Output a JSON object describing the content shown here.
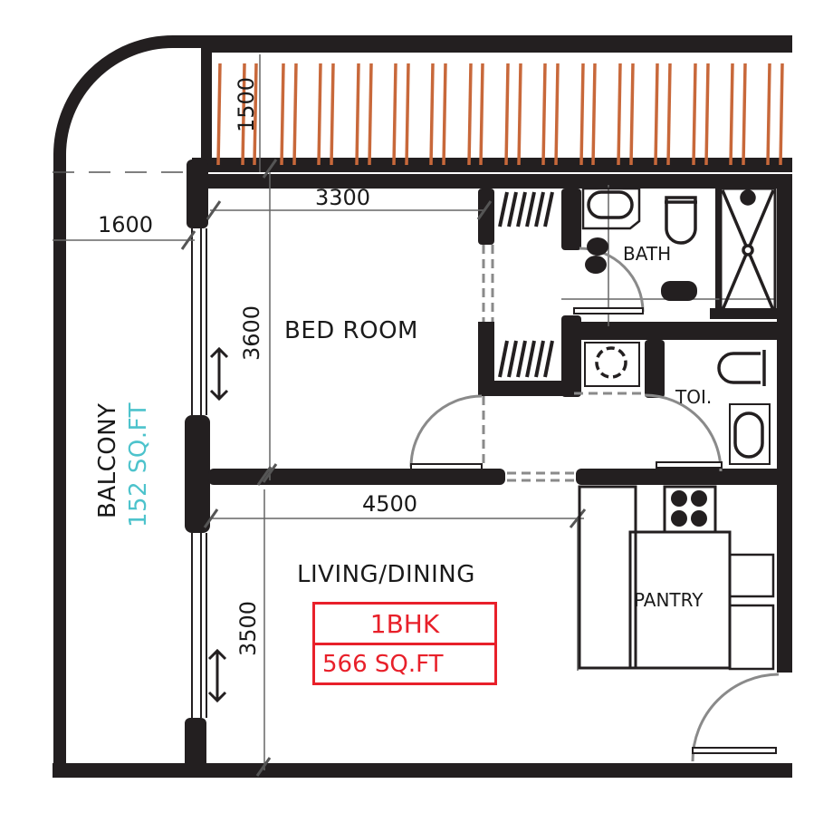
{
  "plan": {
    "unit_type": "1BHK",
    "unit_area": "566 SQ.FT",
    "colors": {
      "wall": "#231f20",
      "railing": "#c8683a",
      "badge": "#e8202a",
      "balcony_area": "#4dc3cc",
      "door_swing": "#8a8a8a"
    },
    "rooms": {
      "bedroom": "BED ROOM",
      "bath": "BATH",
      "toilet": "TOI.",
      "living": "LIVING/DINING",
      "pantry": "PANTRY",
      "balcony": "BALCONY",
      "balcony_area": "152 SQ.FT"
    },
    "dimensions": {
      "railing_depth": "1500",
      "balcony_width": "1600",
      "bedroom_width": "3300",
      "bedroom_depth": "3600",
      "living_width": "4500",
      "living_depth": "3500"
    }
  }
}
